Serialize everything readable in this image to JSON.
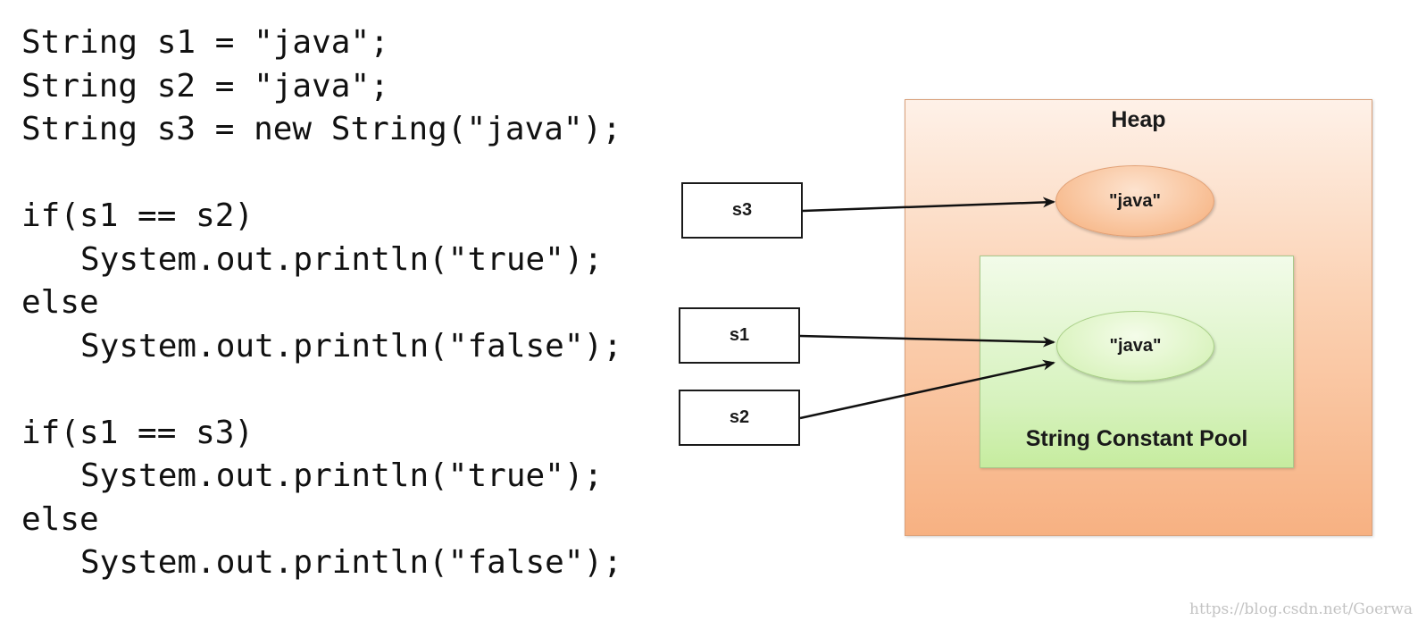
{
  "code": {
    "lines": [
      {
        "text": "String s1 = \"java\";",
        "indent": false
      },
      {
        "text": "String s2 = \"java\";",
        "indent": false
      },
      {
        "text": "String s3 = new String(\"java\");",
        "indent": false
      },
      {
        "text": "",
        "indent": false
      },
      {
        "text": "if(s1 == s2)",
        "indent": false
      },
      {
        "text": "System.out.println(\"true\");",
        "indent": true
      },
      {
        "text": "else",
        "indent": false
      },
      {
        "text": "System.out.println(\"false\");",
        "indent": true
      },
      {
        "text": "",
        "indent": false
      },
      {
        "text": "if(s1 == s3)",
        "indent": false
      },
      {
        "text": "System.out.println(\"true\");",
        "indent": true
      },
      {
        "text": "else",
        "indent": false
      },
      {
        "text": "System.out.println(\"false\");",
        "indent": true
      }
    ]
  },
  "diagram": {
    "heap": {
      "title": "Heap",
      "object_label": "\"java\""
    },
    "pool": {
      "title": "String Constant Pool",
      "object_label": "\"java\""
    },
    "references": {
      "s3": "s3",
      "s1": "s1",
      "s2": "s2"
    },
    "colors": {
      "heap": "#fbc9a5",
      "pool": "#d6f2bd",
      "arrow": "#111111"
    }
  },
  "watermark": "https://blog.csdn.net/Goerwa"
}
